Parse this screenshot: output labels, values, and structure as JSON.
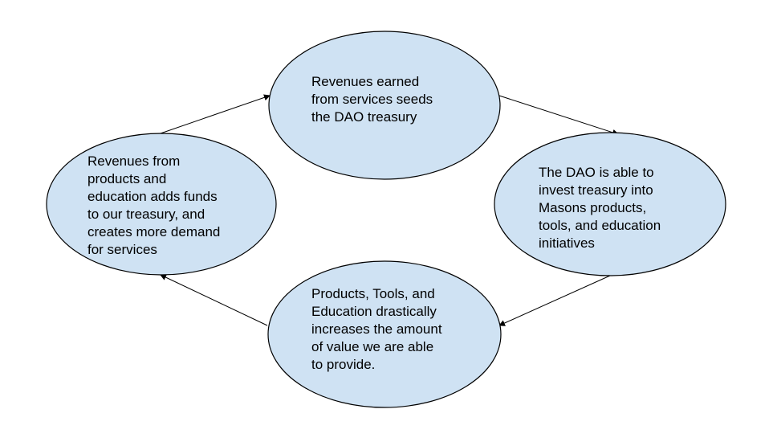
{
  "colors": {
    "node_fill": "#cfe2f3",
    "node_stroke": "#000000",
    "edge": "#000000"
  },
  "nodes": [
    {
      "id": "top",
      "lines": [
        "Revenues earned",
        "from services seeds",
        "the DAO treasury"
      ]
    },
    {
      "id": "right",
      "lines": [
        "The DAO is able to",
        "invest treasury into",
        "Masons products,",
        "tools, and education",
        "initiatives"
      ]
    },
    {
      "id": "bottom",
      "lines": [
        "Products, Tools, and",
        "Education drastically",
        "increases the amount",
        "of value we are able",
        "to provide."
      ]
    },
    {
      "id": "left",
      "lines": [
        "Revenues from",
        "products and",
        "education adds funds",
        "to our treasury, and",
        "creates more demand",
        "for services"
      ]
    }
  ],
  "edges": [
    {
      "from": "top",
      "to": "right"
    },
    {
      "from": "right",
      "to": "bottom"
    },
    {
      "from": "bottom",
      "to": "left"
    },
    {
      "from": "left",
      "to": "top"
    }
  ]
}
